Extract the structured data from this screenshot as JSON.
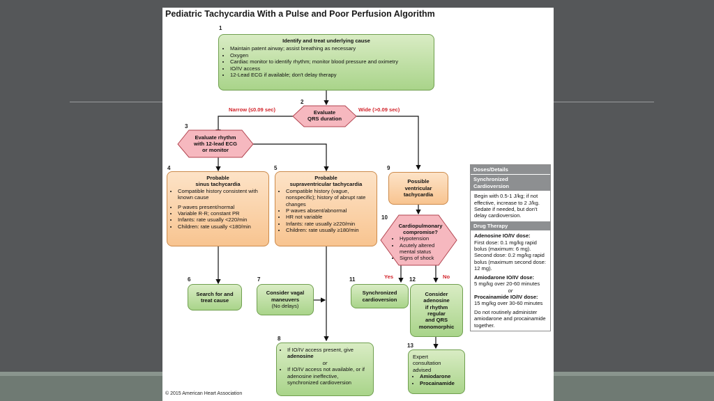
{
  "title": "Pediatric Tachycardia With a Pulse and Poor Perfusion Algorithm",
  "copyright": "© 2015 American Heart Association",
  "step_numbers": {
    "s1": "1",
    "s2": "2",
    "s3": "3",
    "s4": "4",
    "s5": "5",
    "s6": "6",
    "s7": "7",
    "s8": "8",
    "s9": "9",
    "s10": "10",
    "s11": "11",
    "s12": "12",
    "s13": "13"
  },
  "box1": {
    "title": "Identify and treat underlying cause",
    "items": [
      "Maintain patent airway; assist breathing as necessary",
      "Oxygen",
      "Cardiac monitor to identify rhythm; monitor blood pressure and oximetry",
      "IO/IV access",
      "12-Lead ECG if available; don't delay therapy"
    ]
  },
  "decision2": {
    "line1": "Evaluate",
    "line2": "QRS duration",
    "narrow": "Narrow (≤0.09 sec)",
    "wide": "Wide (>0.09 sec)"
  },
  "decision3": {
    "line1": "Evaluate rhythm",
    "line2": "with 12-lead ECG",
    "line3": "or monitor"
  },
  "box4": {
    "title1": "Probable",
    "title2": "sinus tachycardia",
    "items": [
      "Compatible history consistent with known cause",
      "P waves present/normal",
      "Variable R-R; constant PR",
      "Infants: rate usually <220/min",
      "Children: rate usually <180/min"
    ]
  },
  "box5": {
    "title1": "Probable",
    "title2": "supraventricular tachycardia",
    "items": [
      "Compatible history (vague, nonspecific); history of abrupt rate changes",
      "P waves absent/abnormal",
      "HR not variable",
      "Infants: rate usually ≥220/min",
      "Children: rate usually ≥180/min"
    ]
  },
  "box6": {
    "line1": "Search for and",
    "line2": "treat cause"
  },
  "box7": {
    "line1": "Consider vagal",
    "line2": "maneuvers",
    "line3": "(No delays)"
  },
  "box8": {
    "item1a": "If IO/IV access present, give ",
    "item1b": "adenosine",
    "or": "or",
    "item2": "If IO/IV access not available, or if adenosine ineffective, synchronized cardioversion"
  },
  "box9": {
    "line1": "Possible",
    "line2": "ventricular",
    "line3": "tachycardia"
  },
  "decision10": {
    "line1": "Cardiopulmonary",
    "line2": "compromise?",
    "items": [
      "Hypotension",
      "Acutely altered mental status",
      "Signs of shock"
    ],
    "yes": "Yes",
    "no": "No"
  },
  "box11": {
    "line1": "Synchronized",
    "line2": "cardioversion"
  },
  "box12": {
    "line1": "Consider",
    "line2": "adenosine",
    "line3": "if rhythm",
    "line4": "regular",
    "line5": "and QRS",
    "line6": "monomorphic"
  },
  "box13": {
    "line1": "Expert",
    "line2": "consultation",
    "line3": "advised",
    "items": [
      "Amiodarone",
      "Procainamide"
    ]
  },
  "panel": {
    "header": "Doses/Details",
    "sync_header1": "Synchronized",
    "sync_header2": "Cardioversion",
    "sync_text": "Begin with 0.5-1 J/kg; if not effective, increase to 2 J/kg. Sedate if needed, but don't delay cardioversion.",
    "drug_header": "Drug Therapy",
    "adenosine_title": "Adenosine IO/IV dose:",
    "adenosine_text1": "First dose: 0.1 mg/kg rapid bolus (maximum: 6 mg).",
    "adenosine_text2": "Second dose: 0.2 mg/kg rapid bolus (maximum second dose: 12 mg).",
    "amiodarone_title": "Amiodarone IO/IV dose:",
    "amiodarone_text": "5 mg/kg over 20-60 minutes",
    "or": "or",
    "procainamide_title": "Procainamide IO/IV dose:",
    "procainamide_text": "15 mg/kg over 30-60 minutes",
    "warning": "Do not routinely administer amiodarone and procainamide together."
  },
  "colors": {
    "green": "#a9d48a",
    "orange": "#f8c490",
    "pink": "#f6b8bf",
    "red_label": "#d2232a",
    "panel_header": "#8d8f91",
    "background": "#555759"
  }
}
